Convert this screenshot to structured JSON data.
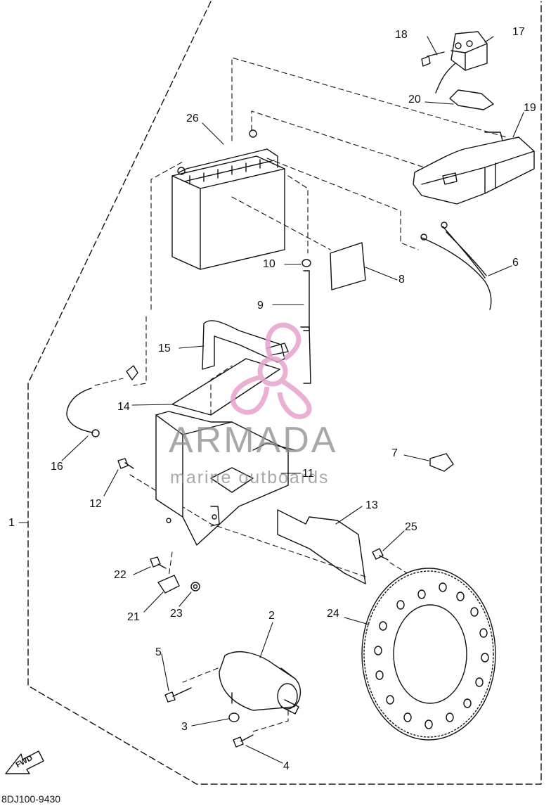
{
  "diagram": {
    "part_numbers": [
      "1",
      "2",
      "3",
      "4",
      "5",
      "6",
      "7",
      "8",
      "9",
      "10",
      "11",
      "12",
      "13",
      "14",
      "15",
      "16",
      "17",
      "18",
      "19",
      "20",
      "21",
      "22",
      "23",
      "24",
      "25",
      "26"
    ],
    "drawing_code": "8DJ100-9430",
    "direction_label": "FWD",
    "watermark": {
      "brand": "ARMADA",
      "tagline": "marine outboards"
    },
    "colors": {
      "line": "#111111",
      "watermark_text": "#8c8c8c",
      "watermark_logo": "#e6a3cc"
    }
  }
}
